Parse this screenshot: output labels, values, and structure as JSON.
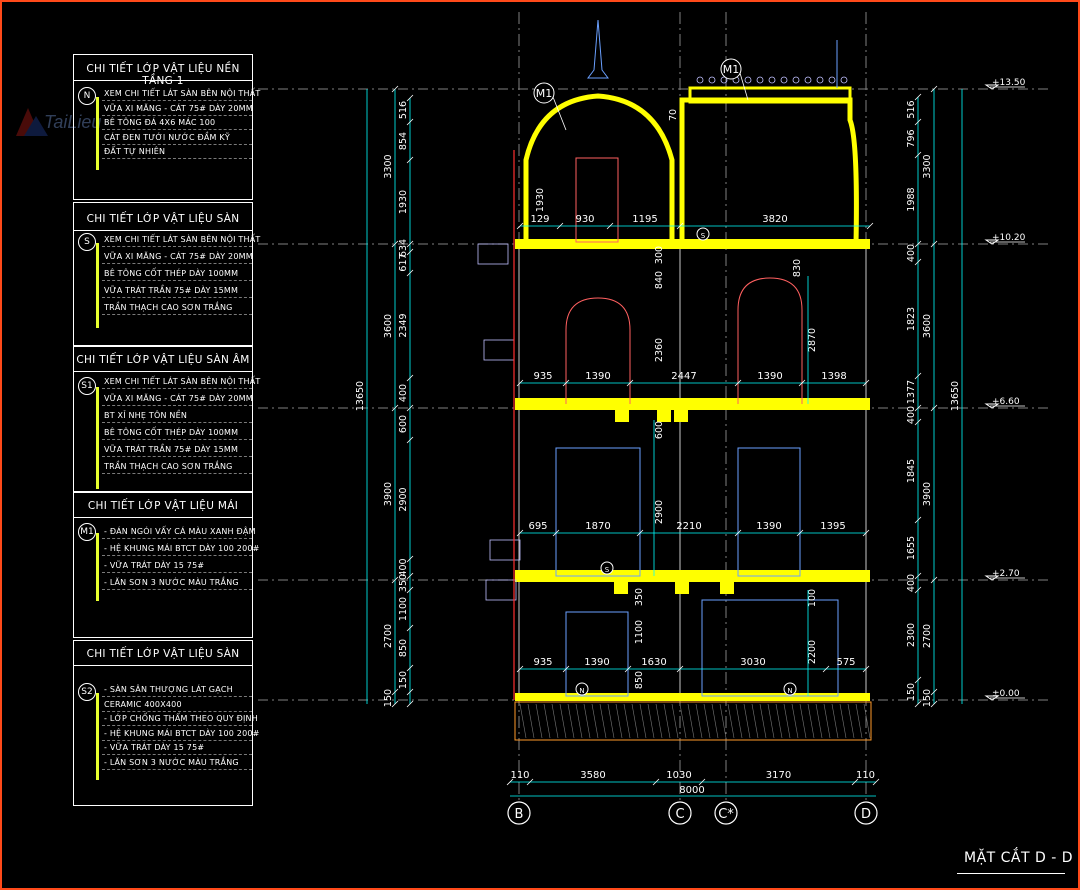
{
  "drawing_title": "MẶT CẮT D - D",
  "watermark": "TaiLieu",
  "legend_blocks": [
    {
      "title": "CHI TIẾT LỚP VẬT LIỆU NỀN TẦNG 1",
      "symbol": "N",
      "items": [
        "XEM CHI TIẾT LÁT SÀN BÊN NỘI THẤT",
        "VỮA XI MĂNG - CÁT 75# DÀY 20MM",
        "BÊ TÔNG ĐÁ 4X6 MÁC 100",
        "CÁT ĐEN TƯỚI NƯỚC ĐẦM KỸ",
        "ĐẤT TỰ NHIÊN"
      ]
    },
    {
      "title": "CHI TIẾT LỚP VẬT LIỆU SÀN",
      "symbol": "S",
      "items": [
        "XEM CHI TIẾT LÁT SÀN BÊN NỘI THẤT",
        "VỮA XI MĂNG - CÁT 75# DÀY 20MM",
        "BÊ TÔNG CỐT THÉP DÀY 100MM",
        "VỮA TRÁT TRẦN 75# DÀY 15MM",
        "TRẦN THẠCH CAO SƠN TRẮNG"
      ]
    },
    {
      "title": "CHI TIẾT LỚP VẬT LIỆU SÀN ÂM",
      "symbol": "S1",
      "items": [
        "XEM CHI TIẾT LÁT SÀN BÊN NỘI THẤT",
        "VỮA XI MĂNG - CÁT 75# DÀY 20MM",
        "BT XỈ NHẸ TÔN NỀN",
        "BÊ TÔNG CỐT THÉP DÀY 100MM",
        "VỮA TRÁT TRẦN 75# DÀY 15MM",
        "TRẦN THẠCH CAO SƠN TRẮNG"
      ]
    },
    {
      "title": "CHI TIẾT LỚP VẬT LIỆU MÁI",
      "symbol": "M1",
      "items": [
        "- ĐÁN NGÓI VẤY CÁ MÀU XANH ĐẬM",
        "- HỆ KHUNG MÁI BTCT DÀY 100 200#",
        "- VỮA TRÁT DÀY 15 75#",
        "- LĂN SƠN 3 NƯỚC MÀU TRẮNG"
      ]
    },
    {
      "title": "CHI TIẾT LỚP VẬT LIỆU SÀN",
      "symbol": "S2",
      "items": [
        "- SÀN SÂN THƯỢNG LÁT GẠCH",
        "CERAMIC 400X400",
        "- LỚP CHỐNG THẤM THEO QUY ĐỊNH",
        "- HỆ KHUNG MÁI BTCT DÀY 100 200#",
        "- VỮA TRÁT DÀY 15 75#",
        "- LĂN SƠN 3 NƯỚC MÀU TRẮNG"
      ]
    }
  ],
  "levels": [
    "+13.50",
    "+10.20",
    "+6.60",
    "+2.70",
    "±0.00"
  ],
  "grid_labels": [
    "B",
    "C",
    "C*",
    "D"
  ],
  "tag_labels": {
    "roof_left": "M1",
    "roof_right": "M1",
    "slab": "S",
    "ground": "N"
  },
  "dims": {
    "left_outer": [
      "3300",
      "3600",
      "3900",
      "2700",
      "150"
    ],
    "left_total": "13650",
    "left_inner": [
      "516",
      "854",
      "1930",
      "634",
      "617",
      "2349",
      "400",
      "600",
      "2900",
      "400",
      "350",
      "1100",
      "850",
      "150"
    ],
    "right_inner": [
      "516",
      "796",
      "1988",
      "400",
      "1823",
      "1377",
      "400",
      "1845",
      "1655",
      "400",
      "2300",
      "150"
    ],
    "right_outer": [
      "3300",
      "3600",
      "3900",
      "2700",
      "150"
    ],
    "right_total": "13650",
    "bottom_parts": [
      "110",
      "3580",
      "1030",
      "3170",
      "110"
    ],
    "bottom_total": "8000",
    "roof_row": [
      "129",
      "930",
      "1195",
      "3820"
    ],
    "roof_vertical": [
      "1930",
      "70"
    ],
    "floor3_row": [
      "935",
      "1390",
      "2447",
      "1390",
      "1398"
    ],
    "floor3_vertical": [
      "300",
      "840",
      "2360",
      "830",
      "2870"
    ],
    "floor2_row": [
      "695",
      "1870",
      "2210",
      "1390",
      "1395"
    ],
    "floor2_vertical": [
      "600",
      "2900",
      "2900"
    ],
    "floor1_row": [
      "935",
      "1390",
      "1630",
      "3030",
      "575"
    ],
    "floor1_vertical": [
      "350",
      "1100",
      "850",
      "2200",
      "100",
      "300"
    ]
  },
  "colors": {
    "slab": "#ffff00",
    "dim_lines": "#00ffff",
    "text": "#ffffff",
    "level_lines": "#808080",
    "border": "#ff4a1a"
  }
}
